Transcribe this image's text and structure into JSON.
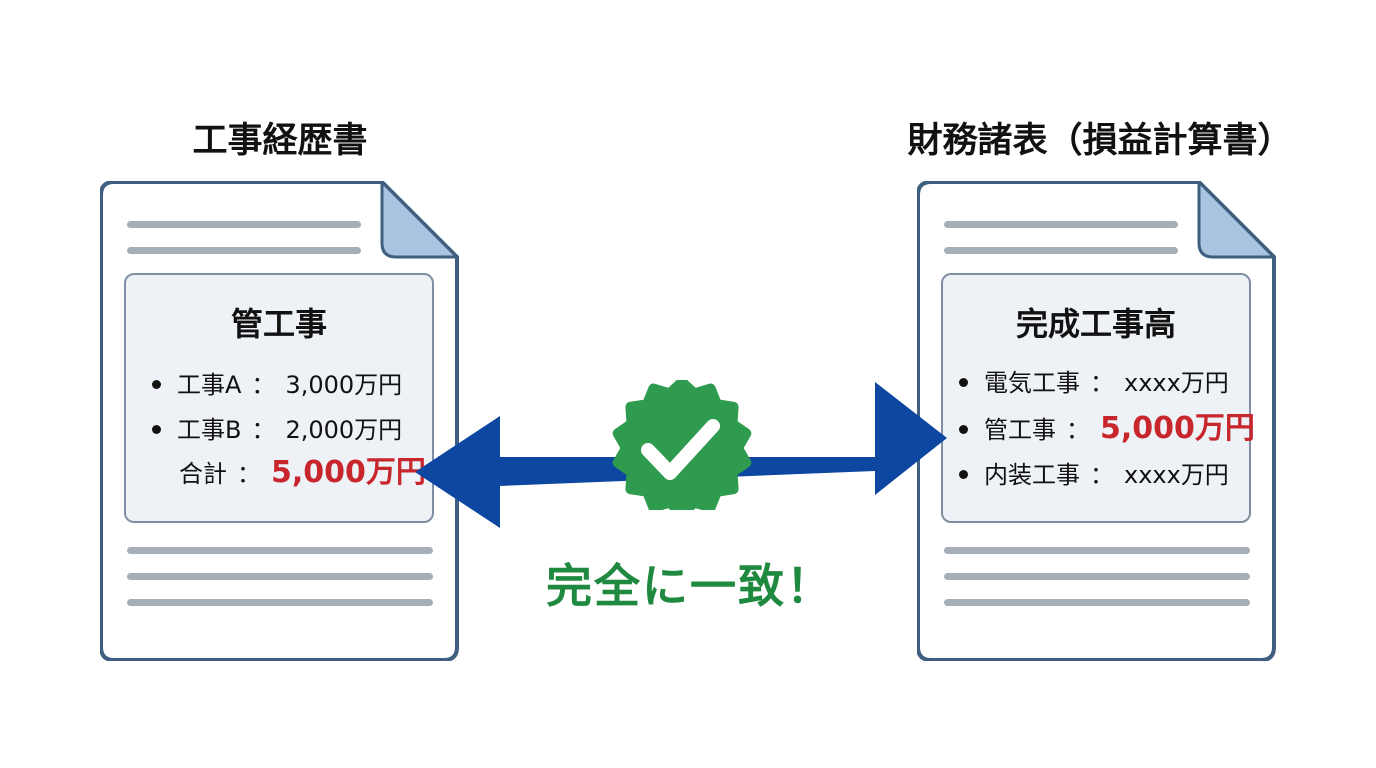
{
  "left_document": {
    "title": "工事経歴書",
    "panel_heading": "管工事",
    "items": [
      {
        "label": "工事A",
        "value": "3,000万円"
      },
      {
        "label": "工事B",
        "value": "2,000万円"
      }
    ],
    "total": {
      "label": "合計",
      "value": "5,000万円"
    }
  },
  "right_document": {
    "title": "財務諸表（損益計算書）",
    "panel_heading": "完成工事高",
    "items": [
      {
        "label": "電気工事",
        "value": "xxxx万円"
      },
      {
        "label": "管工事",
        "value": "5,000万円"
      },
      {
        "label": "内装工事",
        "value": "xxxx万円"
      }
    ]
  },
  "separator": "：",
  "match_label": "完全に一致！",
  "colors": {
    "highlight_red": "#c8262d",
    "match_green": "#1f8a3f",
    "badge_green": "#2e9b4f",
    "arrow_blue": "#0d47a1",
    "doc_border": "#3f5f80",
    "doc_fold": "#a8c4e0"
  },
  "icons": {
    "document": "document-icon",
    "check_badge": "check-badge-icon",
    "double_arrow": "double-arrow-icon"
  }
}
